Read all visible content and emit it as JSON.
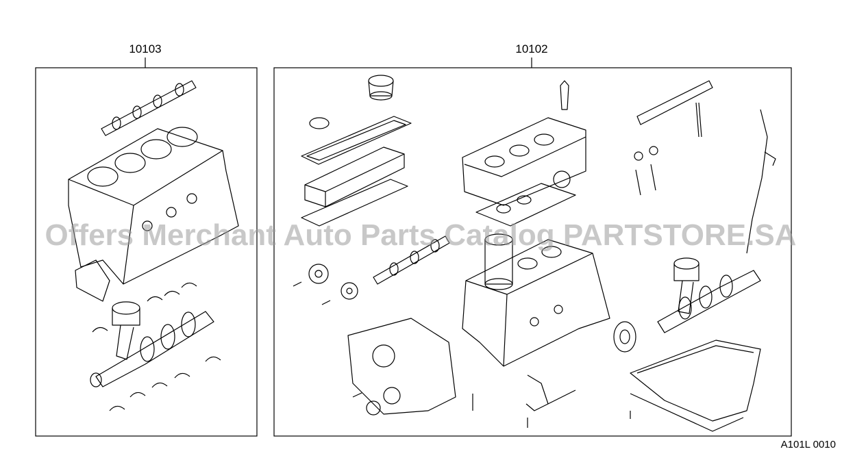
{
  "labels": {
    "left_kit": "10103",
    "right_kit": "10102"
  },
  "watermark": "Offers Merchant Auto Parts Catalog PARTSTORE.SA",
  "diagram_code": "A101L 0010"
}
